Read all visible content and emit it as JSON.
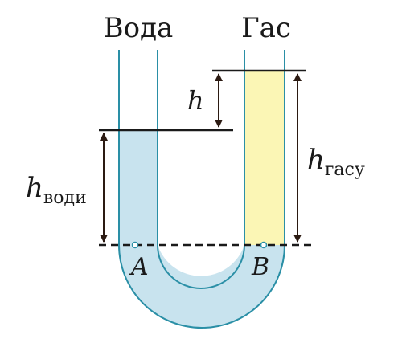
{
  "labels": {
    "water": "Вода",
    "kerosene": "Гас",
    "h": "h",
    "h_var": "h",
    "h_water_sub": "води",
    "h_kerosene_sub": "гасу",
    "point_a": "A",
    "point_b": "B"
  },
  "colors": {
    "water_fill": "#c8e3ee",
    "kerosene_fill": "#fbf6b5",
    "tube_wall": "#2a8fa6",
    "lines": "#1a1a1a",
    "arrows": "#2b1a12"
  }
}
